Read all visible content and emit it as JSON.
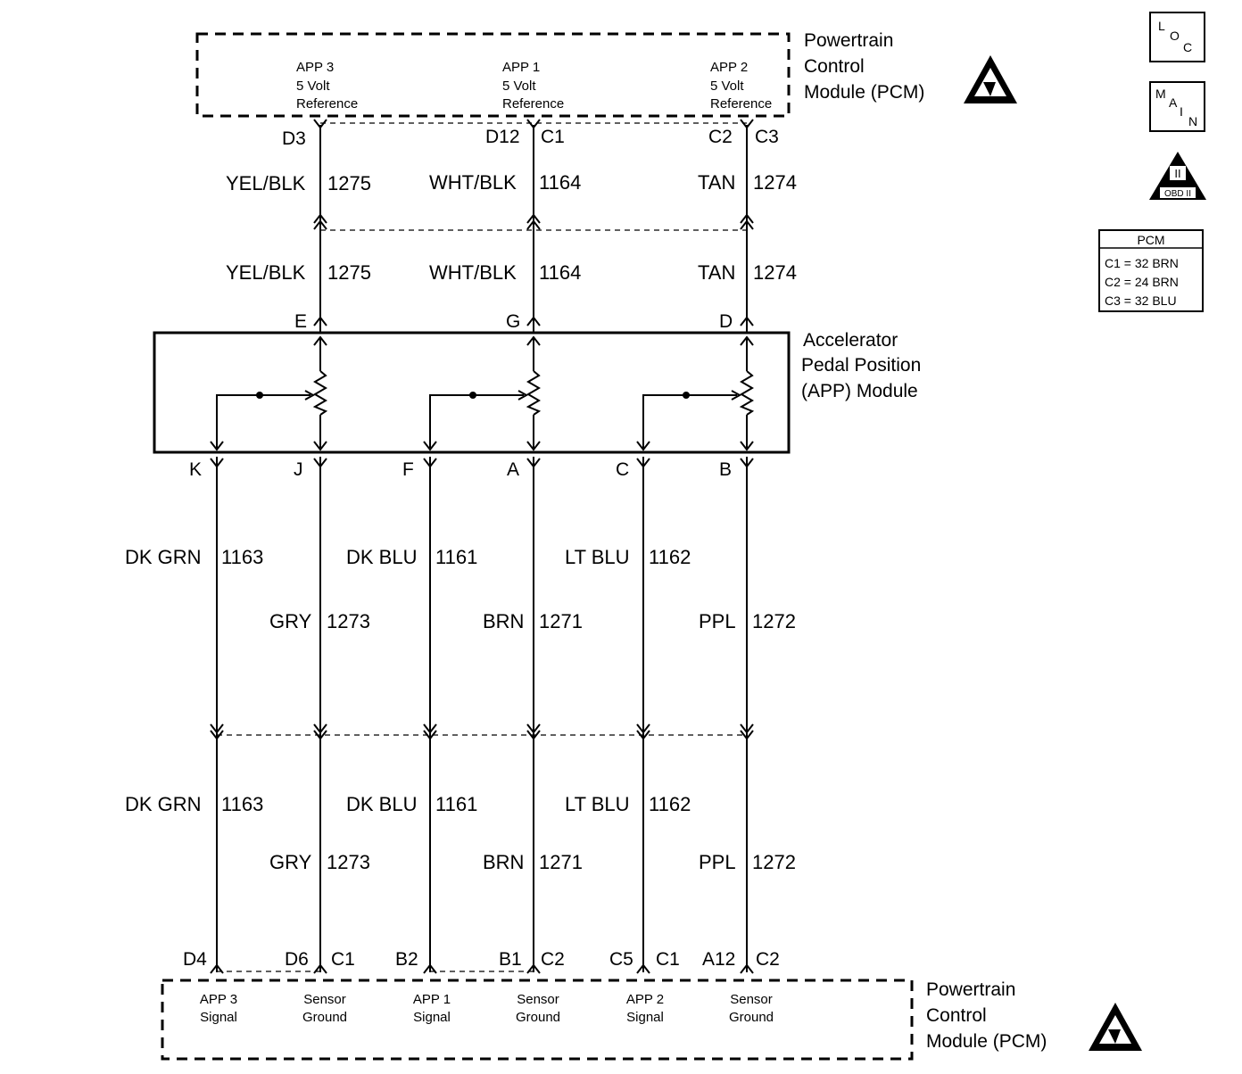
{
  "top_pcm": {
    "title_lines": [
      "Powertrain",
      "Control",
      "Module (PCM)"
    ],
    "terminals": [
      {
        "lines": [
          "APP 3",
          "5 Volt",
          "Reference"
        ]
      },
      {
        "lines": [
          "APP 1",
          "5 Volt",
          "Reference"
        ]
      },
      {
        "lines": [
          "APP 2",
          "5 Volt",
          "Reference"
        ]
      }
    ],
    "pins": [
      "D3",
      "D12",
      "C1",
      "C2",
      "C3"
    ]
  },
  "upper_wires": [
    {
      "color": "YEL/BLK",
      "circuit": "1275"
    },
    {
      "color": "WHT/BLK",
      "circuit": "1164"
    },
    {
      "color": "TAN",
      "circuit": "1274"
    }
  ],
  "app_module": {
    "title_lines": [
      "Accelerator",
      "Pedal Position",
      "(APP) Module"
    ],
    "top_pins": [
      "E",
      "G",
      "D"
    ],
    "bottom_pins": [
      "K",
      "J",
      "F",
      "A",
      "C",
      "B"
    ]
  },
  "lower_wires": [
    {
      "color": "DK GRN",
      "circuit": "1163"
    },
    {
      "color": "GRY",
      "circuit": "1273"
    },
    {
      "color": "DK BLU",
      "circuit": "1161"
    },
    {
      "color": "BRN",
      "circuit": "1271"
    },
    {
      "color": "LT BLU",
      "circuit": "1162"
    },
    {
      "color": "PPL",
      "circuit": "1272"
    }
  ],
  "bottom_pcm": {
    "title_lines": [
      "Powertrain",
      "Control",
      "Module (PCM)"
    ],
    "pins": [
      {
        "pin": "D4",
        "conn": ""
      },
      {
        "pin": "D6",
        "conn": "C1"
      },
      {
        "pin": "B2",
        "conn": ""
      },
      {
        "pin": "B1",
        "conn": "C2"
      },
      {
        "pin": "C5",
        "conn": "C1"
      },
      {
        "pin": "A12",
        "conn": "C2"
      }
    ],
    "terminals": [
      {
        "lines": [
          "APP 3",
          "Signal"
        ]
      },
      {
        "lines": [
          "Sensor",
          "Ground"
        ]
      },
      {
        "lines": [
          "APP 1",
          "Signal"
        ]
      },
      {
        "lines": [
          "Sensor",
          "Ground"
        ]
      },
      {
        "lines": [
          "APP 2",
          "Signal"
        ]
      },
      {
        "lines": [
          "Sensor",
          "Ground"
        ]
      }
    ]
  },
  "legend": {
    "loc_icon": [
      "L",
      "O",
      "C"
    ],
    "main_icon": [
      "M",
      "A",
      "I",
      "N"
    ],
    "obd_icon": [
      "II",
      "OBD II"
    ],
    "pcm_table": {
      "header": "PCM",
      "rows": [
        "C1 = 32 BRN",
        "C2 = 24 BRN",
        "C3 = 32 BLU"
      ]
    }
  },
  "icons": {
    "esd": "esd-warning-icon"
  }
}
